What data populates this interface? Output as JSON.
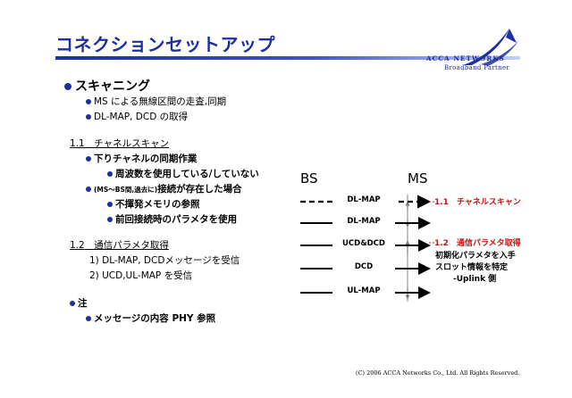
{
  "slide": {
    "title": "コネクションセットアップ",
    "logo": {
      "name": "ACCA NETWORKS",
      "subtitle": "Broadband Partner"
    },
    "scanning": {
      "heading": "スキャニング",
      "items": [
        "MS による無線区間の走査,同期",
        "DL-MAP, DCD の取得"
      ]
    },
    "section1": {
      "title": "1.1　チャネルスキャン",
      "item1": "下りチャネルの同期作業",
      "item1_sub": "周波数を使用している/していない",
      "item2_prefix": "(MS～BS間,過去に)",
      "item2_main": "接続が存在した場合",
      "item2_subs": [
        "不揮発メモリの参照",
        "前回接続時のパラメタを使用"
      ]
    },
    "section2": {
      "title": "1.2　通信パラメタ取得",
      "items": [
        "1) DL-MAP, DCDメッセージを受信",
        "2) UCD,UL-MAP を受信"
      ]
    },
    "note": {
      "heading": "注",
      "item": "メッセージの内容 PHY 参照"
    },
    "diagram": {
      "bs": "BS",
      "ms": "MS",
      "messages": [
        "DL-MAP",
        "DL-MAP",
        "UCD&DCD",
        "DCD",
        "UL-MAP"
      ],
      "step1": "1.1　チャネルスキャン",
      "step2": "1.2　通信パラメタ取得",
      "notes": [
        "初期化パラメタを入手",
        "スロット情報を特定",
        "-Uplink 側"
      ]
    },
    "copyright": "(C) 2006 ACCA Networks Co., Ltd. All Rights Reserved.",
    "colors": {
      "title": "#1e2f9e",
      "accent_red": "#cc1111",
      "bullet": "#1e2f9e"
    }
  }
}
